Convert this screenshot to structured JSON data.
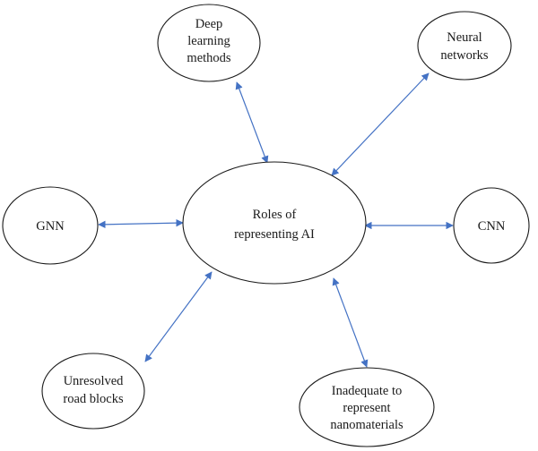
{
  "diagram": {
    "center": {
      "lines": [
        "Roles of",
        "representing AI"
      ]
    },
    "nodes": [
      {
        "id": "deep-learning",
        "lines": [
          "Deep",
          "learning",
          "methods"
        ]
      },
      {
        "id": "neural-networks",
        "lines": [
          "Neural",
          "networks"
        ]
      },
      {
        "id": "gnn",
        "lines": [
          "GNN"
        ]
      },
      {
        "id": "cnn",
        "lines": [
          "CNN"
        ]
      },
      {
        "id": "unresolved",
        "lines": [
          "Unresolved",
          "road blocks"
        ]
      },
      {
        "id": "inadequate",
        "lines": [
          "Inadequate to",
          "represent",
          "nanomaterials"
        ]
      }
    ],
    "edges": [
      {
        "from": "center",
        "to": "deep-learning",
        "arrows": "both"
      },
      {
        "from": "center",
        "to": "neural-networks",
        "arrows": "both"
      },
      {
        "from": "center",
        "to": "gnn",
        "arrows": "both"
      },
      {
        "from": "center",
        "to": "cnn",
        "arrows": "both"
      },
      {
        "from": "center",
        "to": "unresolved",
        "arrows": "both"
      },
      {
        "from": "center",
        "to": "inadequate",
        "arrows": "both"
      }
    ],
    "colors": {
      "arrow": "#4472c4",
      "outline": "#1a1a1a",
      "text": "#1a1a1a"
    }
  }
}
